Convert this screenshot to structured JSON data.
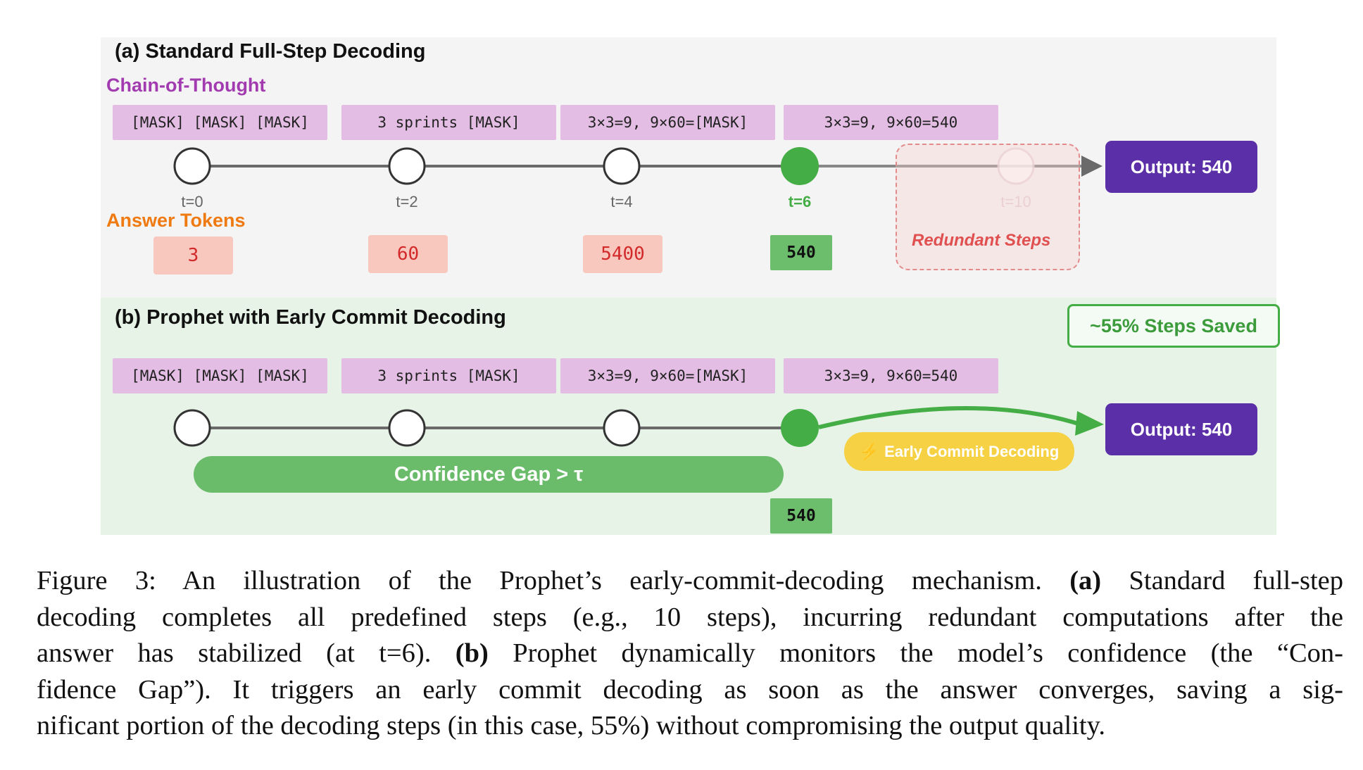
{
  "panel_a": {
    "title": "(a) Standard Full-Step Decoding",
    "cot_label": "Chain-of-Thought",
    "answer_label": "Answer Tokens",
    "cot_tokens": [
      "[MASK] [MASK] [MASK]",
      "3 sprints [MASK]",
      "3×3=9, 9×60=[MASK]",
      "3×3=9, 9×60=540"
    ],
    "steps": [
      "t=0",
      "t=2",
      "t=4",
      "t=6",
      "t=10"
    ],
    "answer_tokens": [
      "3",
      "60",
      "5400",
      "540"
    ],
    "redundant_label": "Redundant Steps",
    "output": "Output: 540"
  },
  "panel_b": {
    "title": "(b) Prophet with Early Commit Decoding",
    "saved_badge": "~55% Steps Saved",
    "cot_tokens": [
      "[MASK] [MASK] [MASK]",
      "3 sprints [MASK]",
      "3×3=9, 9×60=[MASK]",
      "3×3=9, 9×60=540"
    ],
    "confidence_bar": "Confidence Gap > τ",
    "early_commit_label": "Early Commit Decoding",
    "early_commit_icon": "lightning-icon",
    "answer_token": "540",
    "output": "Output: 540"
  },
  "caption": {
    "lines": [
      "Figure 3: An illustration of the Prophet’s early-commit-decoding mechanism. (a) Standard full-step",
      "decoding completes all predefined steps (e.g., 10 steps), incurring redundant computations after the",
      "answer has stabilized (at t=6). (b) Prophet dynamically monitors the model’s confidence (the “Con-",
      "fidence Gap”). It triggers an early commit decoding as soon as the answer converges, saving a sig-",
      "nificant portion of the decoding steps (in this case, 55%) without compromising the output quality."
    ],
    "figure_label": "Figure 3:",
    "bold_a": "(a)",
    "bold_b": "(b)"
  },
  "colors": {
    "purple_label": "#a23ab0",
    "orange_label": "#f07a12",
    "green": "#45ad45",
    "output_purple": "#5a2fa8",
    "redundant_red": "#e05050"
  }
}
